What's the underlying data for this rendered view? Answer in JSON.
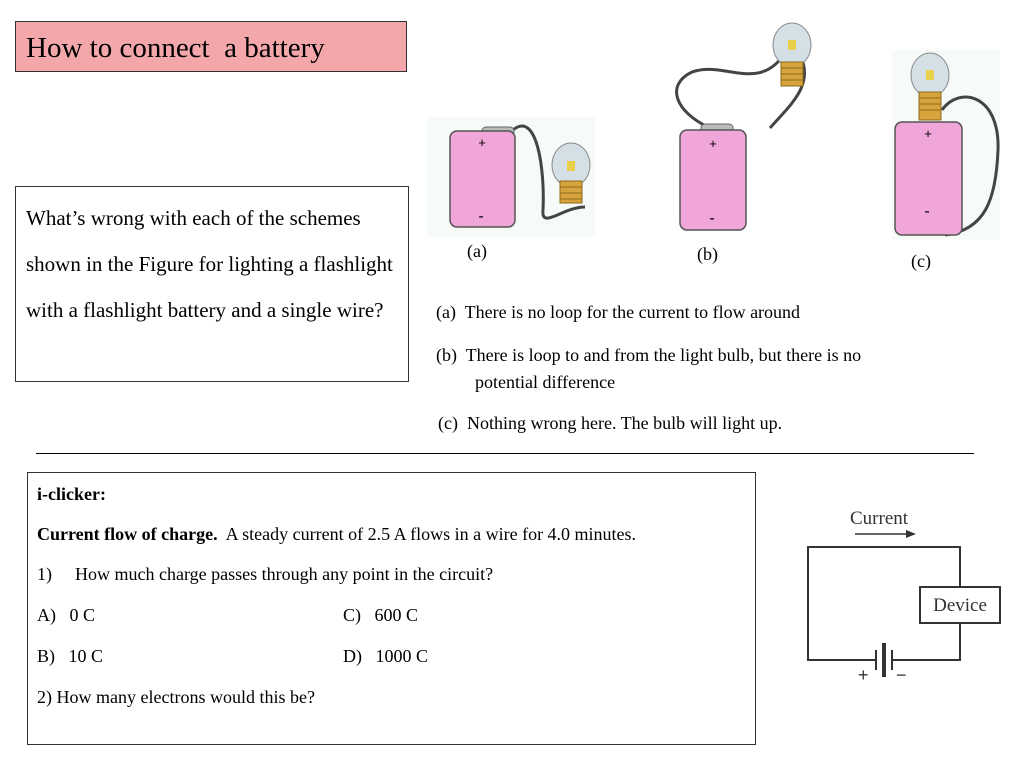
{
  "title": "How to connect  a battery",
  "question": "What’s wrong with each of the schemes shown in the Figure for lighting a flashlight with a flashlight battery and a single wire?",
  "figures": {
    "a_label": "(a)",
    "b_label": "(b)",
    "c_label": "(c)",
    "plus": "+",
    "minus": "-"
  },
  "answers": {
    "a": "(a)  There is no loop for the current to flow around",
    "b_line1": "(b)  There is loop to and from the light bulb, but there is no",
    "b_line2": "potential difference",
    "c": "(c)  Nothing wrong here. The bulb will light up."
  },
  "clicker": {
    "heading": "i-clicker:",
    "problem_title": "Current flow of charge.",
    "problem_text": "  A steady current of 2.5 A flows in a wire for 4.0 minutes.",
    "q1_num": "1)",
    "q1": "How much charge passes through any point in the circuit?",
    "options": {
      "A": "A)   0 C",
      "C": "C)   600 C",
      "B": "B)   10 C",
      "D": "D)   1000 C"
    },
    "q2": "2) How many electrons would this be?"
  },
  "circuit": {
    "current_label": "Current",
    "device_label": "Device",
    "plus": "+",
    "minus": "−"
  },
  "colors": {
    "title_bg": "#f3a7ab",
    "battery_pink": "#f0a6d8",
    "bulb_base": "#d7a33c"
  }
}
